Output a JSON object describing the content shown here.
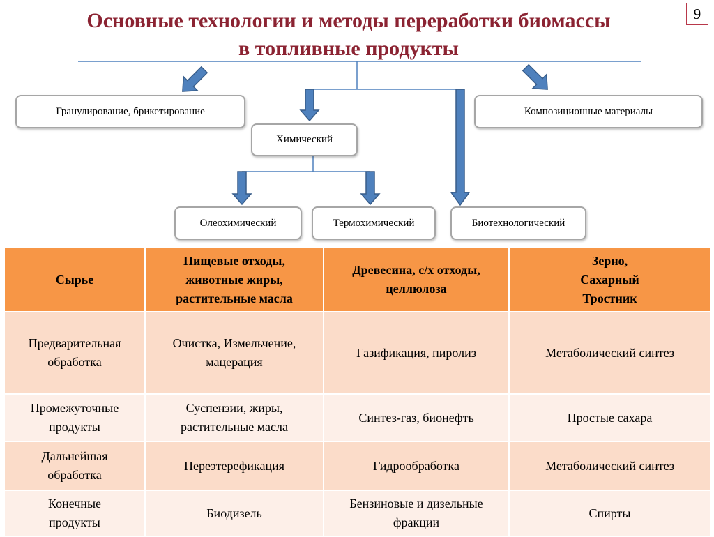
{
  "title": {
    "line1": "Основные технологии и методы переработки биомассы",
    "line2": "в топливные продукты"
  },
  "page_number": "9",
  "colors": {
    "title": "#8b2332",
    "arrow_fill": "#4f81bd",
    "arrow_stroke": "#385d8a",
    "line": "#4f81bd",
    "table_header": "#f79646",
    "row_dark": "#fbdcc9",
    "row_light": "#fdefe8"
  },
  "diagram": {
    "boxes": {
      "granulation": "Гранулирование, брикетирование",
      "composites": "Композиционные материалы",
      "chemical": "Химический",
      "oleochemical": "Олеохимический",
      "thermochemical": "Термохимический",
      "biotechnological": "Биотехнологический"
    }
  },
  "table": {
    "header": [
      "Сырье",
      "Пищевые отходы,\nживотные жиры,\nрастительные масла",
      "Древесина, с/х отходы,\nцеллюлоза",
      "Зерно,\nСахарный\nТростник"
    ],
    "rows": [
      [
        "Предварительная\nобработка",
        "Очистка, Измельчение,\nмацерация",
        "Газификация, пиролиз",
        "Метаболический синтез"
      ],
      [
        "Промежуточные\nпродукты",
        "Суспензии, жиры,\nрастительные масла",
        "Синтез-газ, бионефть",
        "Простые сахара"
      ],
      [
        "Дальнейшая\nобработка",
        "Переэтерефикация",
        "Гидрообработка",
        "Метаболический синтез"
      ],
      [
        "Конечные\nпродукты",
        "Биодизель",
        "Бензиновые и дизельные\nфракции",
        "Спирты"
      ]
    ]
  }
}
